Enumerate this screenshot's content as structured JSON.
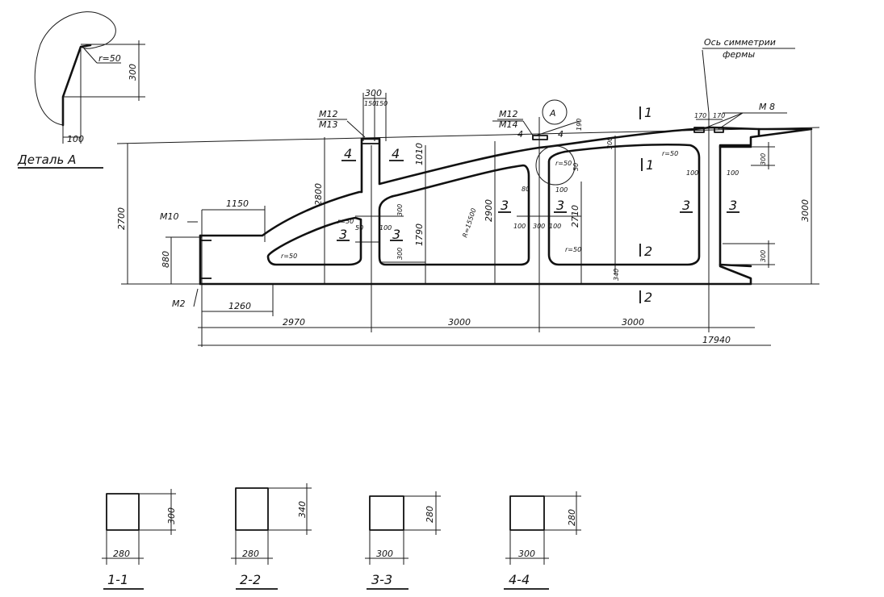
{
  "detail": {
    "title": "Деталь А",
    "r": "r=50",
    "d1": "300",
    "d2": "100"
  },
  "axis": {
    "line1": "Ось симметрии",
    "line2": "фермы"
  },
  "marks": {
    "m8": "М 8",
    "m10": "М10",
    "m2": "М2",
    "m12a": "М12",
    "m13": "М13",
    "m12b": "М12",
    "m14": "М14",
    "a": "А"
  },
  "dims": {
    "d300top": "300",
    "d150": "150",
    "d150b": "150",
    "d2700": "2700",
    "d880": "880",
    "d1150": "1150",
    "d1260": "1260",
    "d2800": "2800",
    "d1010": "1010",
    "d1790": "1790",
    "d2900": "2900",
    "d2710": "2710",
    "d3000r": "3000",
    "d300a": "300",
    "d300b": "300",
    "d300c": "300",
    "d300d": "300",
    "d300e": "300",
    "d300f": "300",
    "d100a": "100",
    "d100b": "100",
    "d100c": "100",
    "d100d": "100",
    "d100e": "100",
    "d100f": "100",
    "d80": "80",
    "d190": "190",
    "d340": "340",
    "d170a": "170",
    "d170b": "170",
    "d50a": "50",
    "d50b": "50",
    "r15500": "R=15500",
    "r50a": "r=50",
    "r50b": "r=50",
    "r50c": "r=50",
    "r50d": "r=50",
    "r50e": "r=50",
    "c2970": "2970",
    "c3000a": "3000",
    "c3000b": "3000",
    "c17940": "17940"
  },
  "elements": {
    "e1a": "1",
    "e1b": "1",
    "e2a": "2",
    "e2b": "2",
    "e3a": "3",
    "e3b": "3",
    "e3c": "3",
    "e3d": "3",
    "e3e": "3",
    "e3f": "3",
    "e4a": "4",
    "e4b": "4",
    "e4c": "4",
    "e4d": "4"
  },
  "sections": [
    {
      "title": "1-1",
      "w": "280",
      "h": "300"
    },
    {
      "title": "2-2",
      "w": "280",
      "h": "340"
    },
    {
      "title": "3-3",
      "w": "300",
      "h": "280"
    },
    {
      "title": "4-4",
      "w": "300",
      "h": "280"
    }
  ]
}
